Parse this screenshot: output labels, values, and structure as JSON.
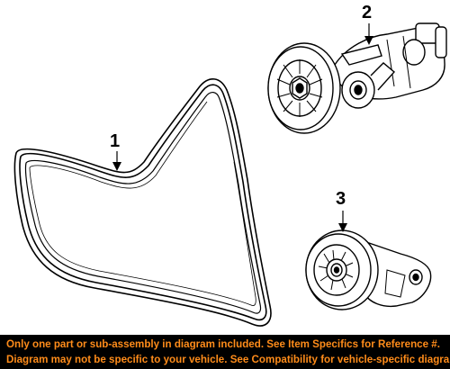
{
  "callouts": {
    "belt": "1",
    "tensioner": "2",
    "idler": "3"
  },
  "footer": {
    "line1": "Only one part or sub-assembly in diagram included. See Item Specifics for Reference #.",
    "line2": "Diagram may not be specific to your vehicle. See Compatibility for vehicle-specific diagrams."
  },
  "colors": {
    "banner_background": "#000000",
    "banner_text": "#ff8c1a",
    "line_art": "#000000"
  }
}
